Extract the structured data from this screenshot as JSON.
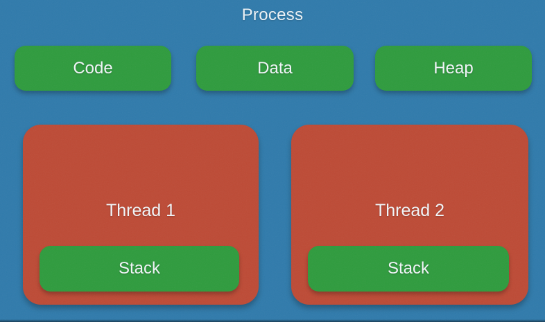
{
  "title": "Process",
  "segments": [
    {
      "label": "Code"
    },
    {
      "label": "Data"
    },
    {
      "label": "Heap"
    }
  ],
  "threads": [
    {
      "label": "Thread 1",
      "stack_label": "Stack"
    },
    {
      "label": "Thread 2",
      "stack_label": "Stack"
    }
  ],
  "colors": {
    "background_blue": "#2f7aab",
    "segment_green": "#2e9b3d",
    "thread_red": "#bd4a35",
    "text": "#f2f6f9"
  }
}
